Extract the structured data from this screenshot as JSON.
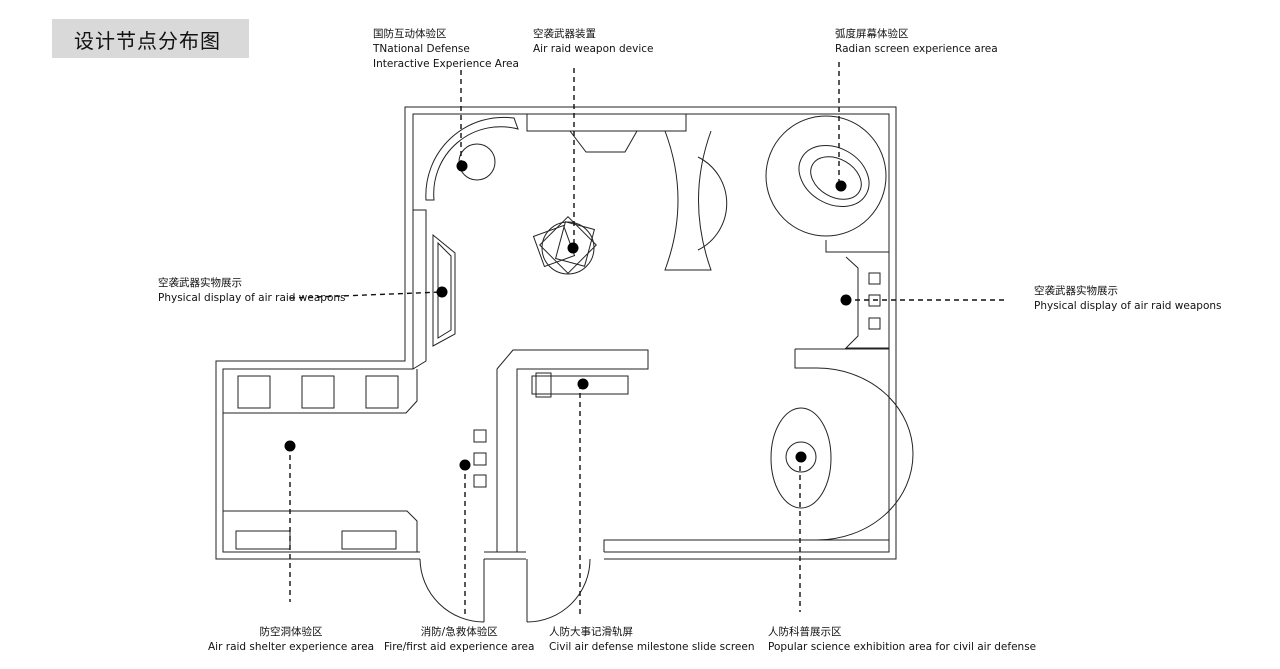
{
  "title": "设计节点分布图",
  "labels": {
    "interactive": {
      "zh": "国防互动体验区",
      "en1": "TNational Defense",
      "en2": "Interactive Experience Area"
    },
    "weapon_device": {
      "zh": "空袭武器装置",
      "en": "Air raid weapon device"
    },
    "radian_screen": {
      "zh": "弧度屏幕体验区",
      "en": "Radian screen experience area"
    },
    "weapons_left": {
      "zh": "空袭武器实物展示",
      "en": "Physical display of air raid weapons"
    },
    "weapons_right": {
      "zh": "空袭武器实物展示",
      "en": "Physical display of air raid weapons"
    },
    "shelter": {
      "zh": "防空洞体验区",
      "en": "Air raid shelter experience area"
    },
    "first_aid": {
      "zh": "消防/急救体验区",
      "en": "Fire/first aid experience area"
    },
    "milestone": {
      "zh": "人防大事记滑轨屏",
      "en": "Civil air defense milestone slide screen"
    },
    "popular_science": {
      "zh": "人防科普展示区",
      "en": "Popular science exhibition area for civil air defense"
    }
  },
  "colors": {
    "line": "#222222",
    "title_bg": "#d9d9d9",
    "node": "#000000"
  }
}
